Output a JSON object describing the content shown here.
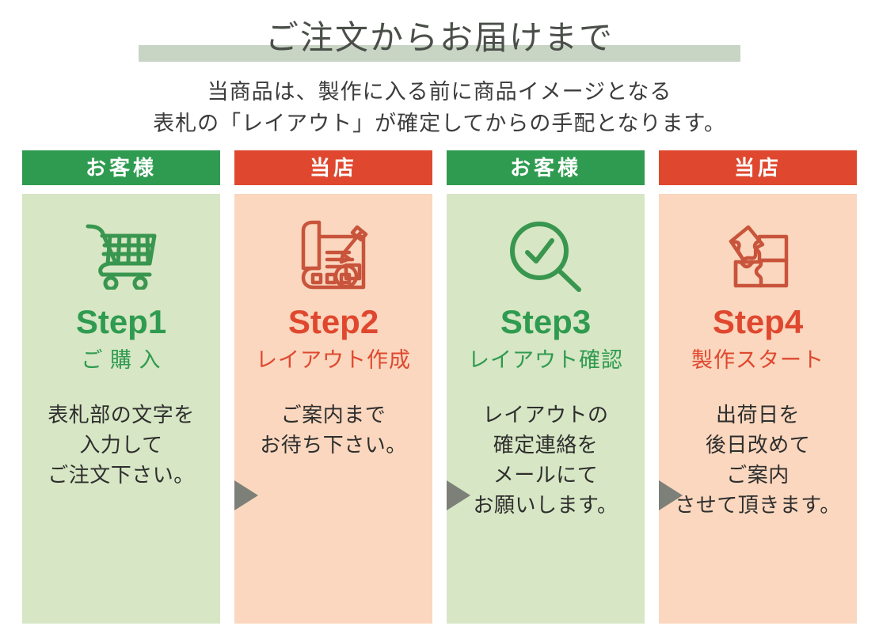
{
  "title": {
    "text": "ご注文からお届けまで",
    "underline_color": "#c8d4c4"
  },
  "lead": {
    "line1": "当商品は、製作に入る前に商品イメージとなる",
    "line2": "表札の「レイアウト」が確定してからの手配となります。"
  },
  "palette": {
    "green": "#2f9b50",
    "red": "#df482f",
    "green_tint": "#d7e6c4",
    "peach_tint": "#fad7be",
    "arrow_gray": "#7c8078",
    "title_gray": "#4b4f4a"
  },
  "steps": [
    {
      "role": "お客様",
      "role_key": "customer",
      "step_name": "Step1",
      "step_sub": "ご 購 入",
      "icon": "shopping-cart-icon",
      "desc_lines": [
        "表札部の文字を",
        "入力して",
        "ご注文下さい。"
      ]
    },
    {
      "role": "当店",
      "role_key": "shop",
      "step_name": "Step2",
      "step_sub": "レイアウト作成",
      "icon": "blueprint-pencil-icon",
      "desc_lines": [
        "ご案内まで",
        "お待ち下さい。"
      ]
    },
    {
      "role": "お客様",
      "role_key": "customer",
      "step_name": "Step3",
      "step_sub": "レイアウト確認",
      "icon": "magnifier-check-icon",
      "desc_lines": [
        "レイアウトの",
        "確定連絡を",
        "メールにて",
        "お願いします。"
      ]
    },
    {
      "role": "当店",
      "role_key": "shop",
      "step_name": "Step4",
      "step_sub": "製作スタート",
      "icon": "puzzle-pieces-icon",
      "desc_lines": [
        "出荷日を",
        "後日改めて",
        "ご案内",
        "させて頂きます。"
      ]
    }
  ],
  "arrows": {
    "count": 3,
    "glyph": "triangle-right-icon"
  }
}
